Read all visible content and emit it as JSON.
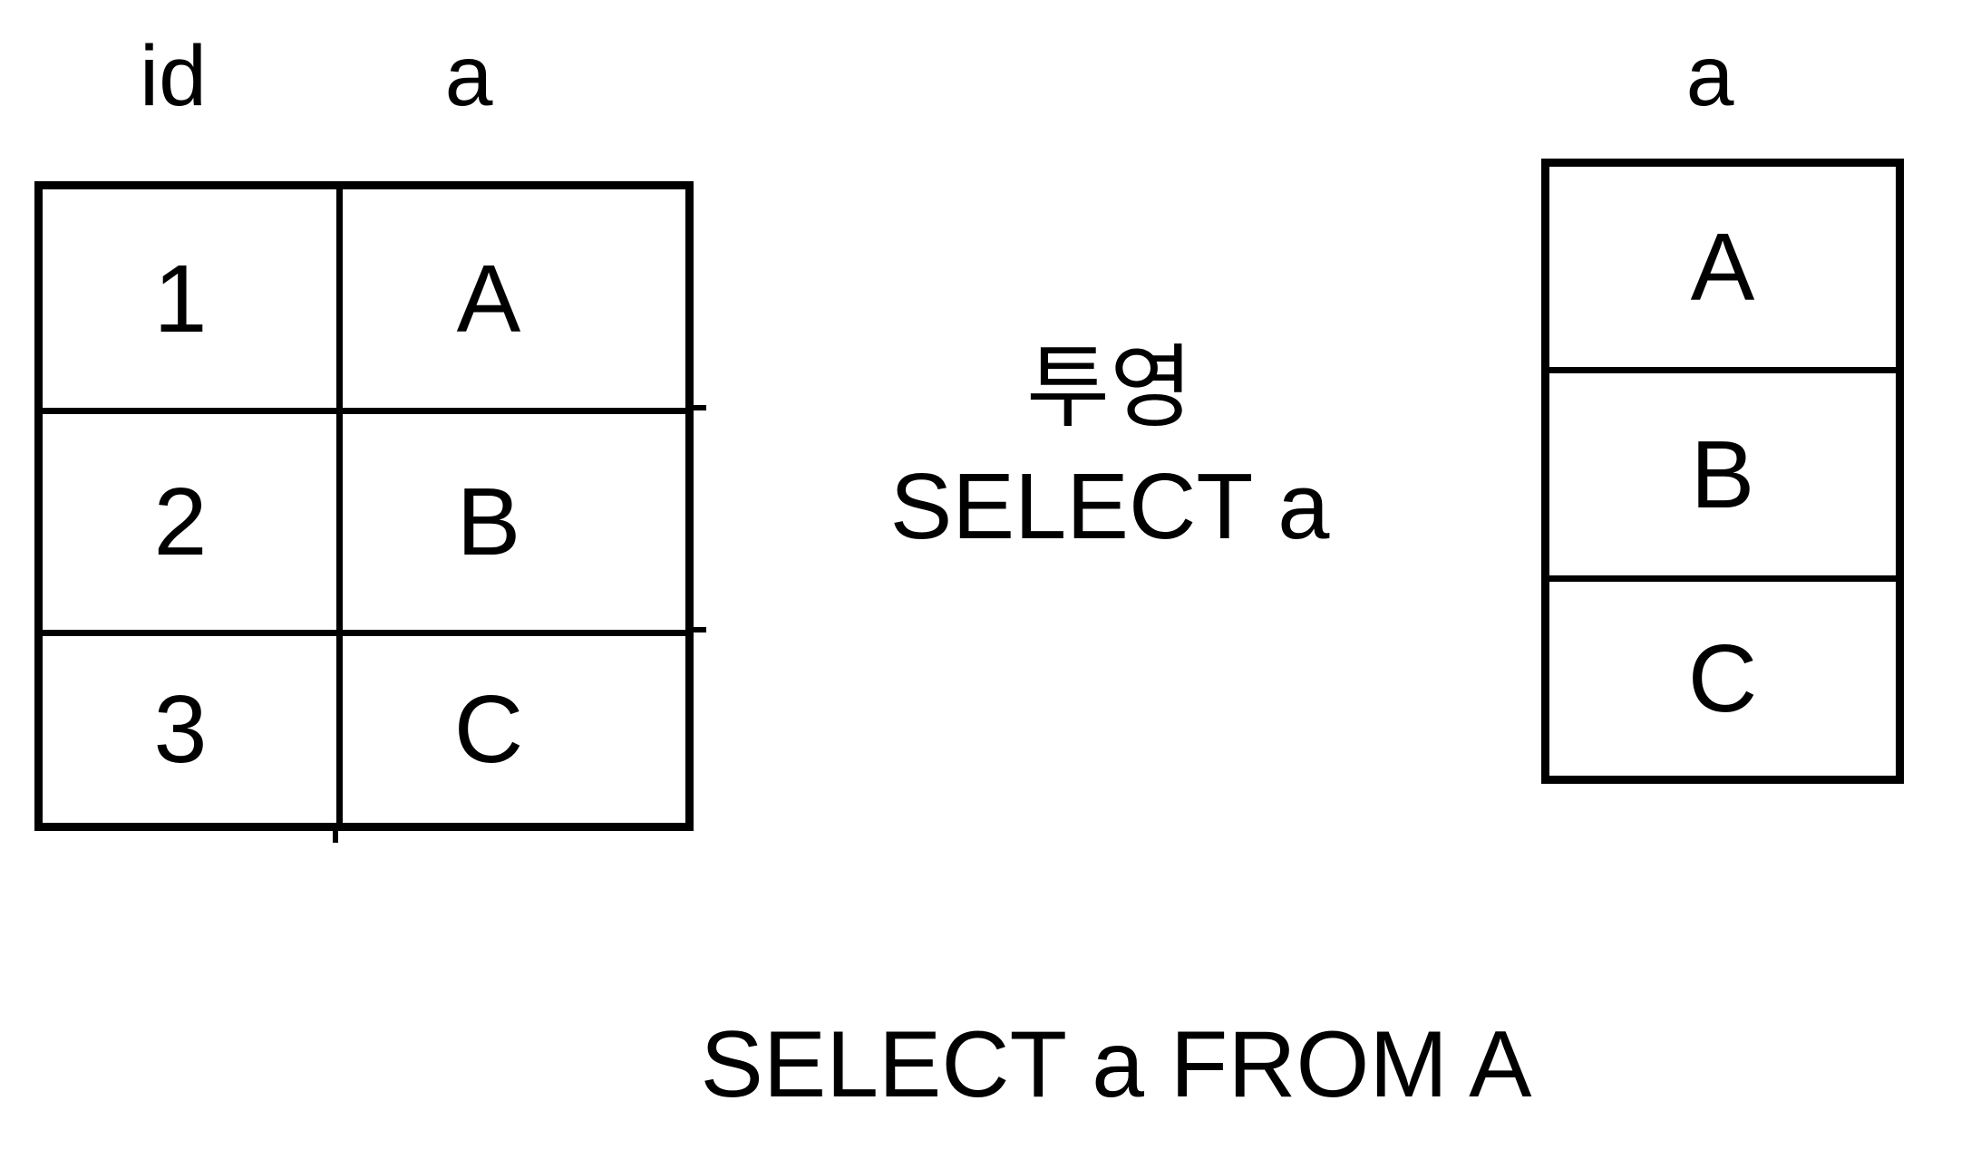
{
  "diagram": {
    "source_table": {
      "columns": [
        "id",
        "a"
      ],
      "rows": [
        [
          "1",
          "A"
        ],
        [
          "2",
          "B"
        ],
        [
          "3",
          "C"
        ]
      ]
    },
    "operation": {
      "korean_label": "투영",
      "sql_label": "SELECT a"
    },
    "result_table": {
      "columns": [
        "a"
      ],
      "rows": [
        [
          "A"
        ],
        [
          "B"
        ],
        [
          "C"
        ]
      ]
    },
    "caption": "SELECT a FROM A"
  },
  "colors": {
    "stroke": "#000000",
    "background": "#ffffff",
    "text": "#000000"
  }
}
